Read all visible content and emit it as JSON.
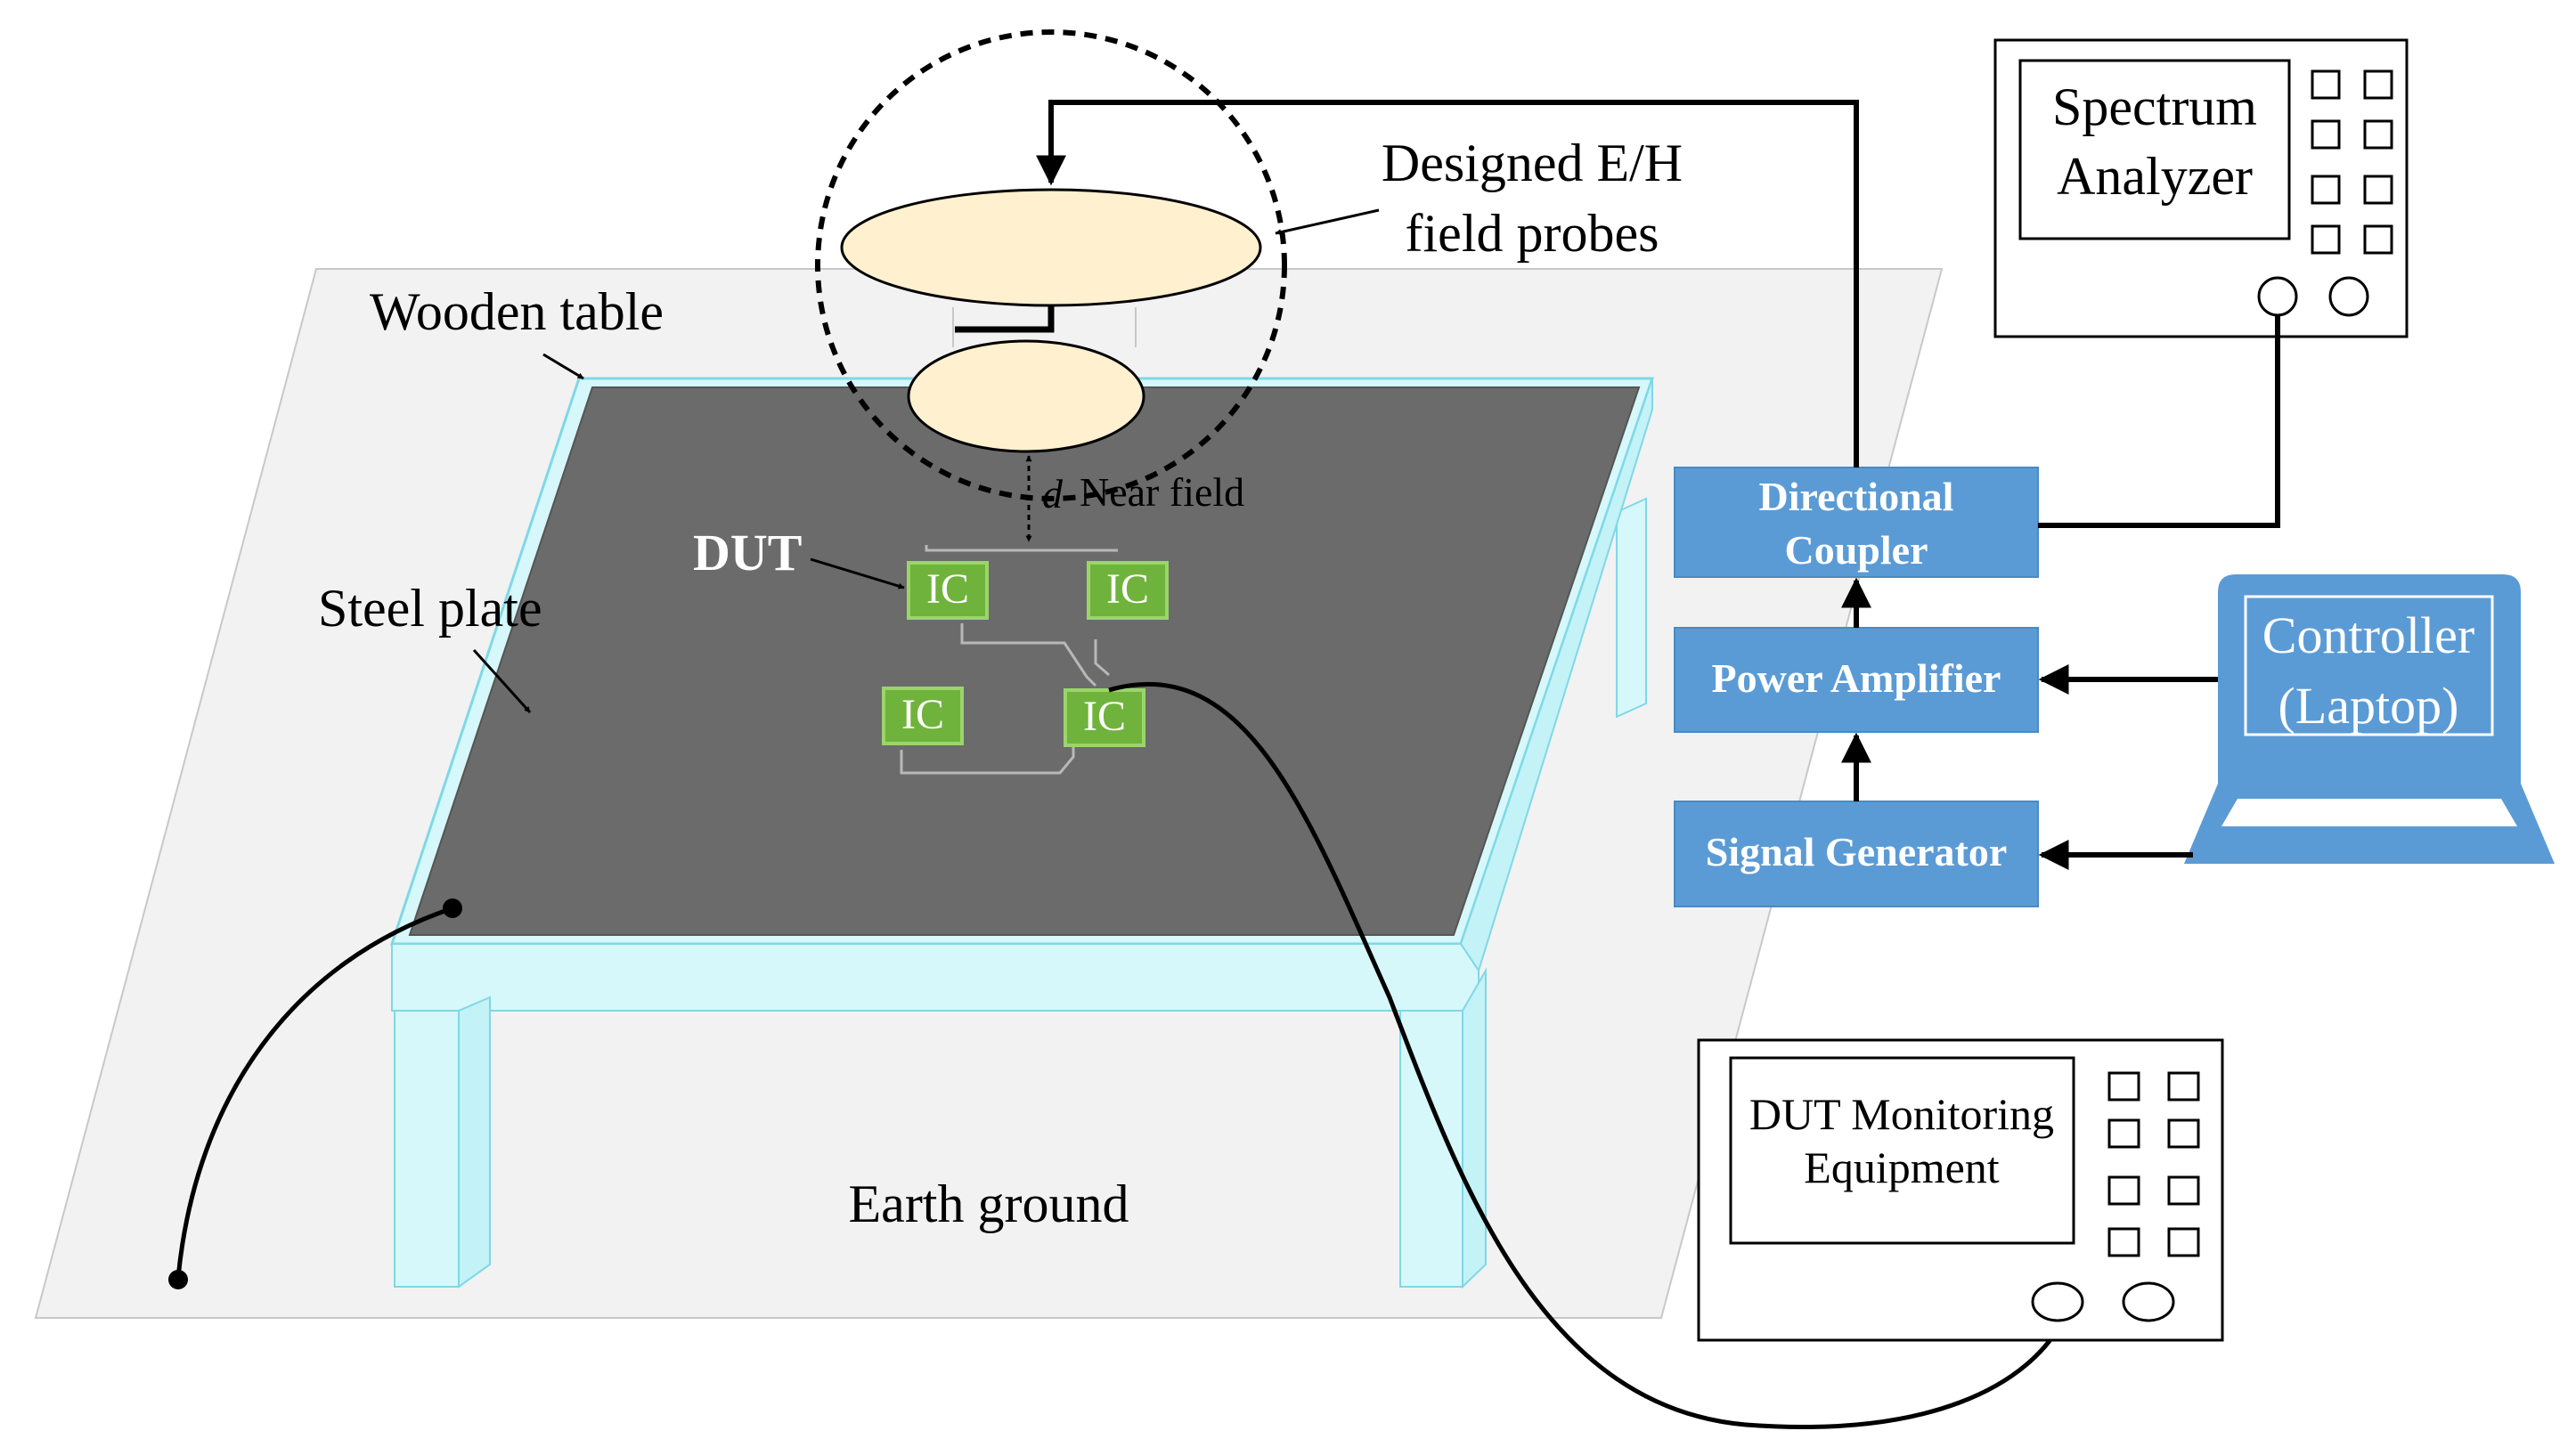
{
  "labels": {
    "probes_line1": "Designed E/H",
    "probes_line2": "field probes",
    "wooden_table": "Wooden table",
    "steel_plate": "Steel plate",
    "dut": "DUT",
    "d": "d",
    "near_field": "Near field",
    "earth_ground": "Earth ground"
  },
  "chips": [
    "IC",
    "IC",
    "IC",
    "IC"
  ],
  "blocks": {
    "directional_coupler_line1": "Directional",
    "directional_coupler_line2": "Coupler",
    "power_amplifier": "Power Amplifier",
    "signal_generator": "Signal Generator"
  },
  "instruments": {
    "spectrum_line1": "Spectrum",
    "spectrum_line2": "Analyzer",
    "monitor_line1": "DUT Monitoring",
    "monitor_line2": "Equipment"
  },
  "controller": {
    "line1": "Controller",
    "line2": "(Laptop)"
  },
  "colors": {
    "block_blue": "#5b9bd5",
    "steel_plate": "#6b6b6b",
    "table_cyan": "#d6f8fb",
    "probe_fill": "#fff0cf",
    "chip_green": "#6fb33c",
    "floor_gray": "#f2f2f2"
  }
}
